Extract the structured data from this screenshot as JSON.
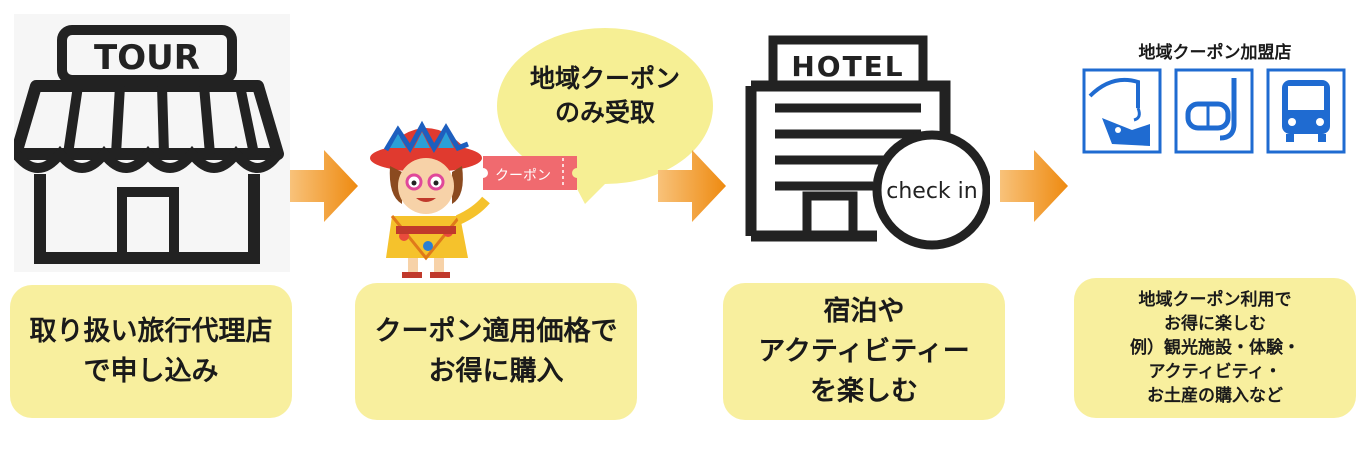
{
  "shop": {
    "sign": "TOUR"
  },
  "bubble": {
    "line1": "地域クーポン",
    "line2": "のみ受取"
  },
  "coupon": {
    "label": "クーポン"
  },
  "hotel": {
    "sign": "HOTEL",
    "stamp": "check in"
  },
  "members": {
    "title": "地域クーポン加盟店",
    "icons": [
      "fishing-icon",
      "snorkel-mask-icon",
      "bus-icon"
    ]
  },
  "steps": [
    {
      "lines": [
        "取り扱い旅行代理店",
        "で申し込み"
      ]
    },
    {
      "lines": [
        "クーポン適用価格で",
        "お得に購入"
      ]
    },
    {
      "lines": [
        "宿泊や",
        "アクティビティー",
        "を楽しむ"
      ]
    },
    {
      "lines": [
        "地域クーポン利用で",
        "お得に楽しむ",
        "例）観光施設・体験・",
        "アクティビティ・",
        "お土産の購入など"
      ]
    }
  ],
  "colors": {
    "box": "#f8ef9e",
    "arrow": "#f39a1e",
    "bubble": "#f6ef94",
    "coupon": "#f06a6f",
    "icon_blue": "#1f6bd1"
  }
}
